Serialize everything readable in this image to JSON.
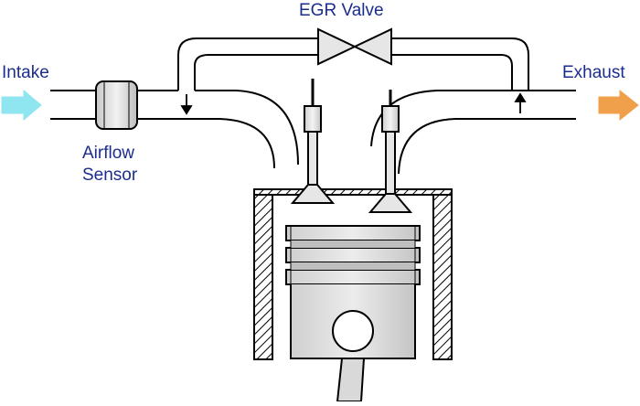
{
  "diagram": {
    "labels": {
      "egr_valve": "EGR Valve",
      "intake": "Intake",
      "exhaust": "Exhaust",
      "airflow_sensor_line1": "Airflow",
      "airflow_sensor_line2": "Sensor"
    },
    "colors": {
      "label_text": "#1b2d8c",
      "intake_arrow": "#8fe6f0",
      "exhaust_arrow": "#f0a04a",
      "line": "#000000",
      "part_fill": "#d9d9d9",
      "valve_fill": "#e6e6e6"
    },
    "icons": [
      "intake-arrow-icon",
      "exhaust-arrow-icon",
      "egr-valve-icon",
      "airflow-sensor-icon"
    ]
  }
}
